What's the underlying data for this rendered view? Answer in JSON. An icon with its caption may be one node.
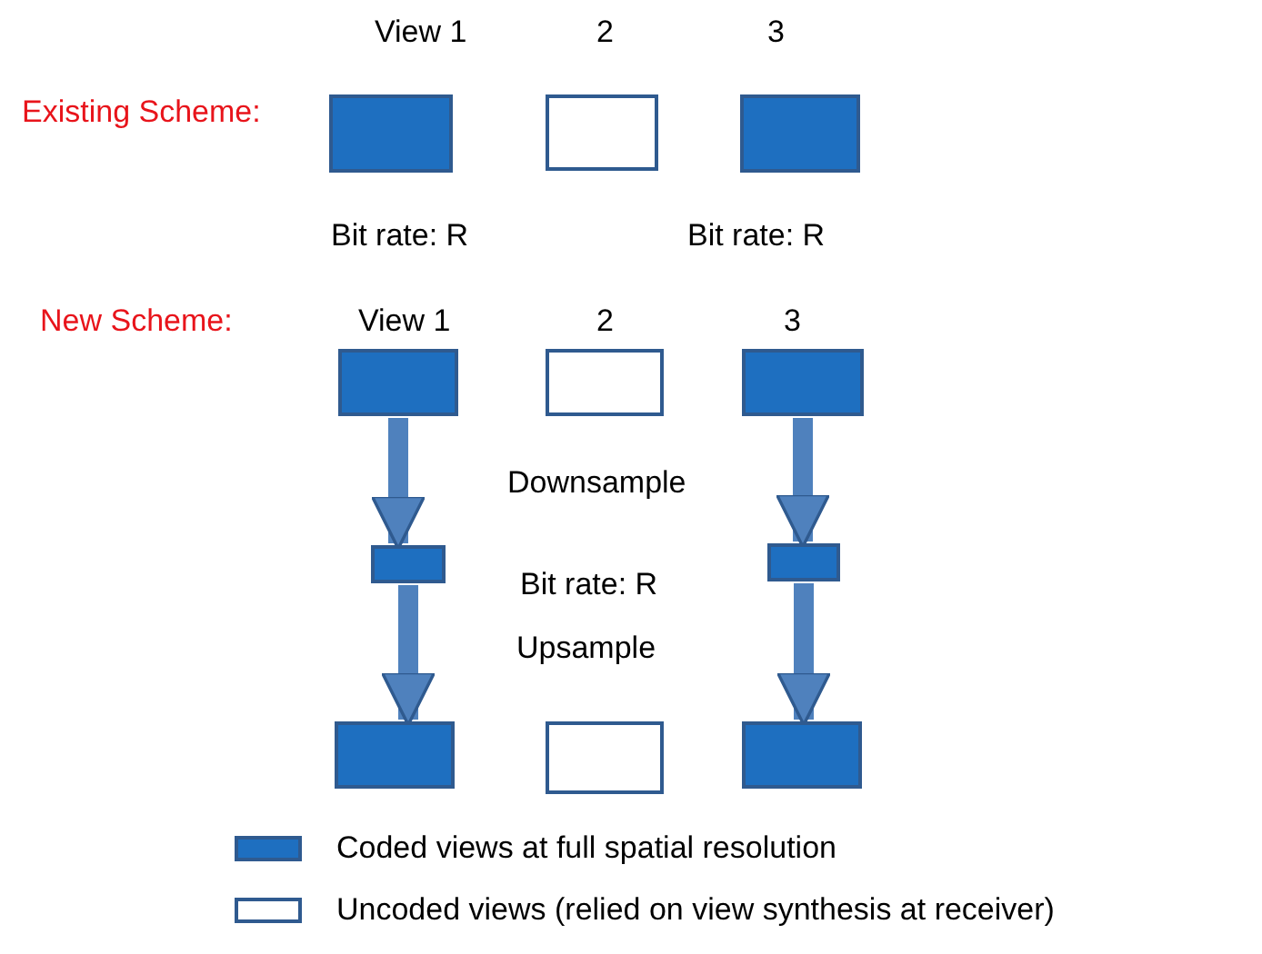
{
  "diagram": {
    "nodes": [
      {
        "text": [],
        "shape": "block",
        "beside": [
          "View 1"
        ]
      },
      {
        "text": [],
        "shape": "box",
        "beside": [
          "2"
        ]
      },
      {
        "text": [],
        "shape": "block",
        "beside": [
          "3"
        ]
      },
      {
        "text": [],
        "shape": "block",
        "beside": [
          "View 1"
        ]
      },
      {
        "text": [],
        "shape": "box",
        "beside": [
          "2"
        ]
      },
      {
        "text": [],
        "shape": "block",
        "beside": [
          "3"
        ]
      },
      {
        "text": [],
        "shape": "block"
      },
      {
        "text": [],
        "shape": "block"
      },
      {
        "text": [],
        "shape": "block"
      },
      {
        "text": [],
        "shape": "box"
      },
      {
        "text": [],
        "shape": "block"
      }
    ],
    "edges": [
      {
        "from": 3,
        "to": 6,
        "arrow": "to"
      },
      {
        "from": 5,
        "to": 7,
        "arrow": "to"
      },
      {
        "from": 6,
        "to": 8,
        "arrow": "to"
      },
      {
        "from": 7,
        "to": 10,
        "arrow": "to"
      }
    ],
    "labels": [
      "Existing Scheme:",
      "Bit rate: R",
      "Bit rate: R",
      "New Scheme:",
      "Downsample",
      "Bit rate: R",
      "Upsample"
    ],
    "legend": [
      {
        "text": "Coded views at full spatial resolution",
        "color": "#1e6fc0"
      },
      {
        "text": "Uncoded views (relied on view synthesis at receiver)",
        "color": "#ffffff"
      }
    ]
  }
}
